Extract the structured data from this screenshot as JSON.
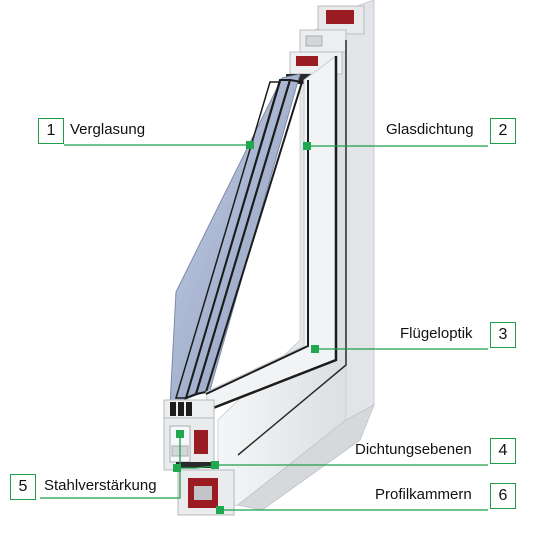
{
  "callouts": [
    {
      "number": "1",
      "label": "Verglasung"
    },
    {
      "number": "2",
      "label": "Glasdichtung"
    },
    {
      "number": "3",
      "label": "Flügeloptik"
    },
    {
      "number": "4",
      "label": "Dichtungsebenen"
    },
    {
      "number": "5",
      "label": "Stahlverstärkung"
    },
    {
      "number": "6",
      "label": "Profilkammern"
    }
  ],
  "colors": {
    "leader_line": "#1f9e4a",
    "marker": "#1fa84f",
    "frame": "#e9ecee",
    "glass": "#a9b6d1",
    "gasket": "#1c1c1c",
    "steel_reinforcement": "#9c1c24"
  }
}
